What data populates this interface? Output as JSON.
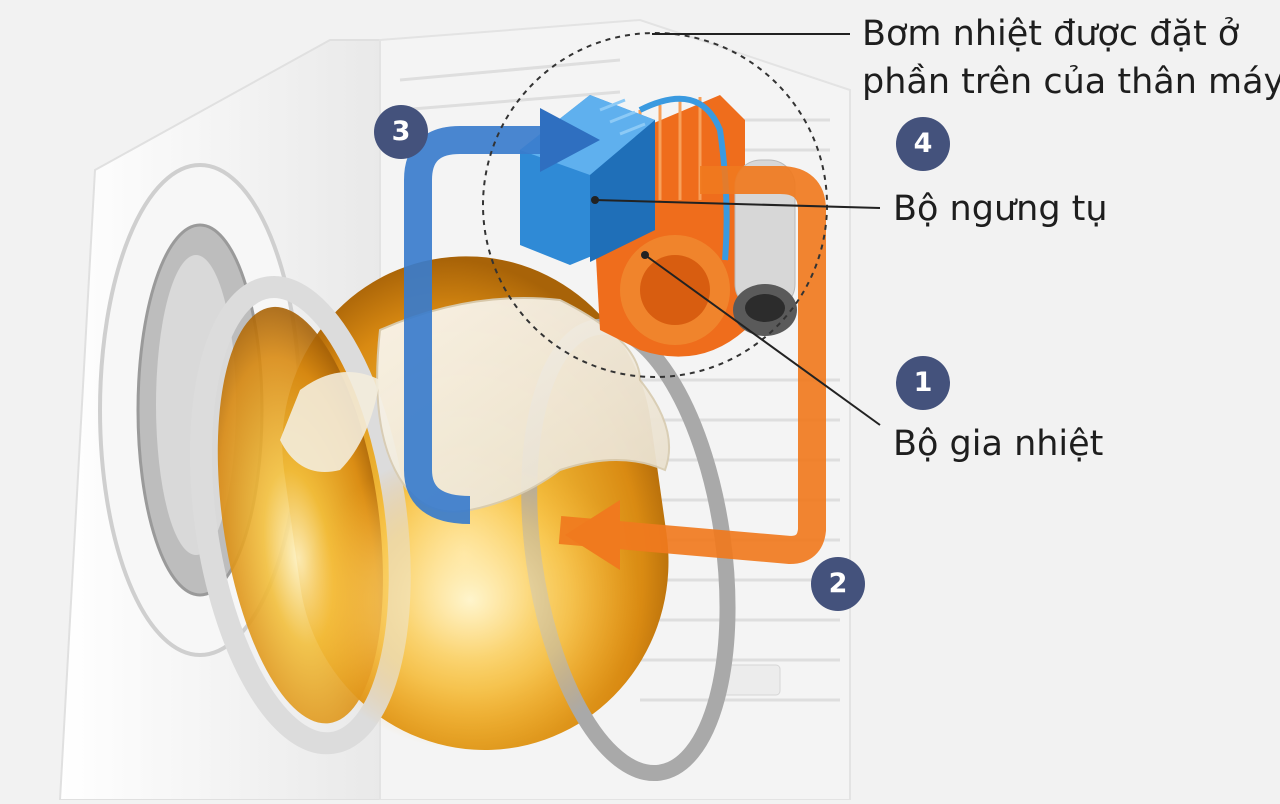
{
  "labels": {
    "heat_pump_line1": "Bơm nhiệt được đặt ở",
    "heat_pump_line2": "phần trên của thân máy",
    "condenser": "Bộ ngưng tụ",
    "heater": "Bộ gia nhiệt"
  },
  "steps": [
    "1",
    "2",
    "3",
    "4"
  ],
  "colors": {
    "background": "#f2f2f2",
    "badge": "#44527c",
    "hot_flow": "#f07a1e",
    "cold_flow": "#3a7ccc",
    "drum_gold": "#e9a628",
    "condenser_blue": "#2f8ad6",
    "heater_orange": "#ee6f1c",
    "text": "#1e1e1e"
  },
  "icons": [
    "hot-air-arrow-icon",
    "cold-air-arrow-icon"
  ]
}
